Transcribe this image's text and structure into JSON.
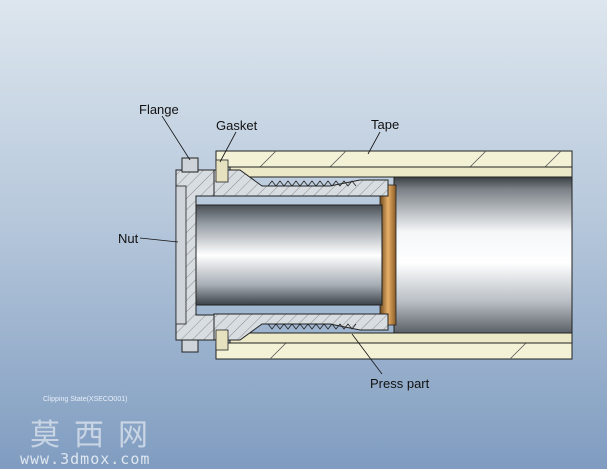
{
  "labels": {
    "flange": "Flange",
    "gasket": "Gasket",
    "tape": "Tape",
    "nut": "Nut",
    "press_part": "Press part"
  },
  "caption": "Clipping State(XSECO001)",
  "watermark": {
    "chinese": "莫西网",
    "url": "www.3dmox.com"
  },
  "colors": {
    "background_top": "#dde6ee",
    "background_bottom": "#7f9cc0",
    "tape_fill": "#f3f1d6",
    "fitting_fill": "#d6dbe0",
    "copper_accent": "#c98a3a",
    "outline": "#222222"
  }
}
